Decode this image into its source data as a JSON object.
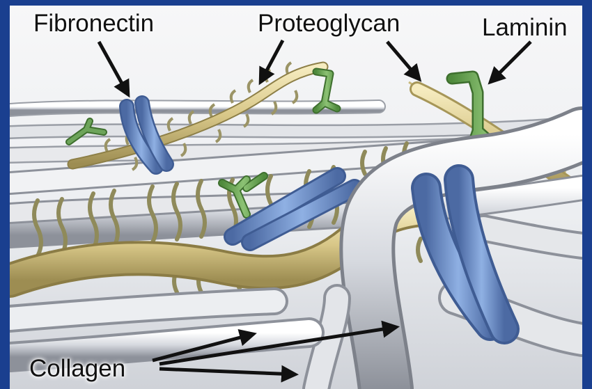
{
  "labels": {
    "fibronectin": "Fibronectin",
    "proteoglycan": "Proteoglycan",
    "laminin": "Laminin",
    "collagen": "Collagen"
  },
  "colors": {
    "frame": "#1a3f8f",
    "background": "#f4f5f6",
    "collagen_fiber": "#d9dbe0",
    "proteoglycan": "#d9c98a",
    "proteoglycan_bristle": "#8f8a5a",
    "fibronectin": "#6f8fc6",
    "laminin": "#6fa35a",
    "arrow": "#111111"
  }
}
